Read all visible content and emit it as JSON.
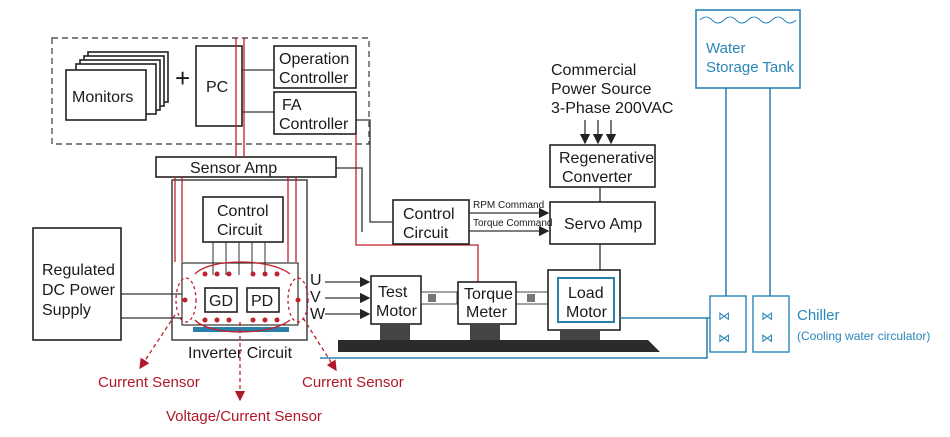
{
  "labels": {
    "monitors": "Monitors",
    "plus": "+",
    "pc": "PC",
    "operation_controller_1": "Operation",
    "operation_controller_2": "Controller",
    "fa_controller_1": "FA",
    "fa_controller_2": "Controller",
    "sensor_amp": "Sensor Amp",
    "control_circuit_inner_1": "Control",
    "control_circuit_inner_2": "Circuit",
    "control_circuit_outer_1": "Control",
    "control_circuit_outer_2": "Circuit",
    "rpm_command": "RPM Command",
    "torque_command": "Torque Command",
    "servo_amp": "Servo Amp",
    "regen_1": "Regenerative",
    "regen_2": "Converter",
    "commercial_1": "Commercial",
    "commercial_2": "Power Source",
    "commercial_3": "3-Phase 200VAC",
    "dc_1": "Regulated",
    "dc_2": "DC Power",
    "dc_3": "Supply",
    "gd": "GD",
    "pd": "PD",
    "u": "U",
    "v": "V",
    "w": "W",
    "inverter_circuit": "Inverter Circuit",
    "test_motor_1": "Test",
    "test_motor_2": "Motor",
    "torque_meter_1": "Torque",
    "torque_meter_2": "Meter",
    "load_motor_1": "Load",
    "load_motor_2": "Motor",
    "water_tank_1": "Water",
    "water_tank_2": "Storage Tank",
    "chiller": "Chiller",
    "chiller_sub": "(Cooling water circulator)",
    "current_sensor_left": "Current Sensor",
    "current_sensor_right": "Current Sensor",
    "voltage_current_sensor": "Voltage/Current Sensor"
  },
  "colors": {
    "sensor_red": "#b0182a",
    "cooling_blue": "#2a86b8",
    "line_dark": "#222222"
  }
}
